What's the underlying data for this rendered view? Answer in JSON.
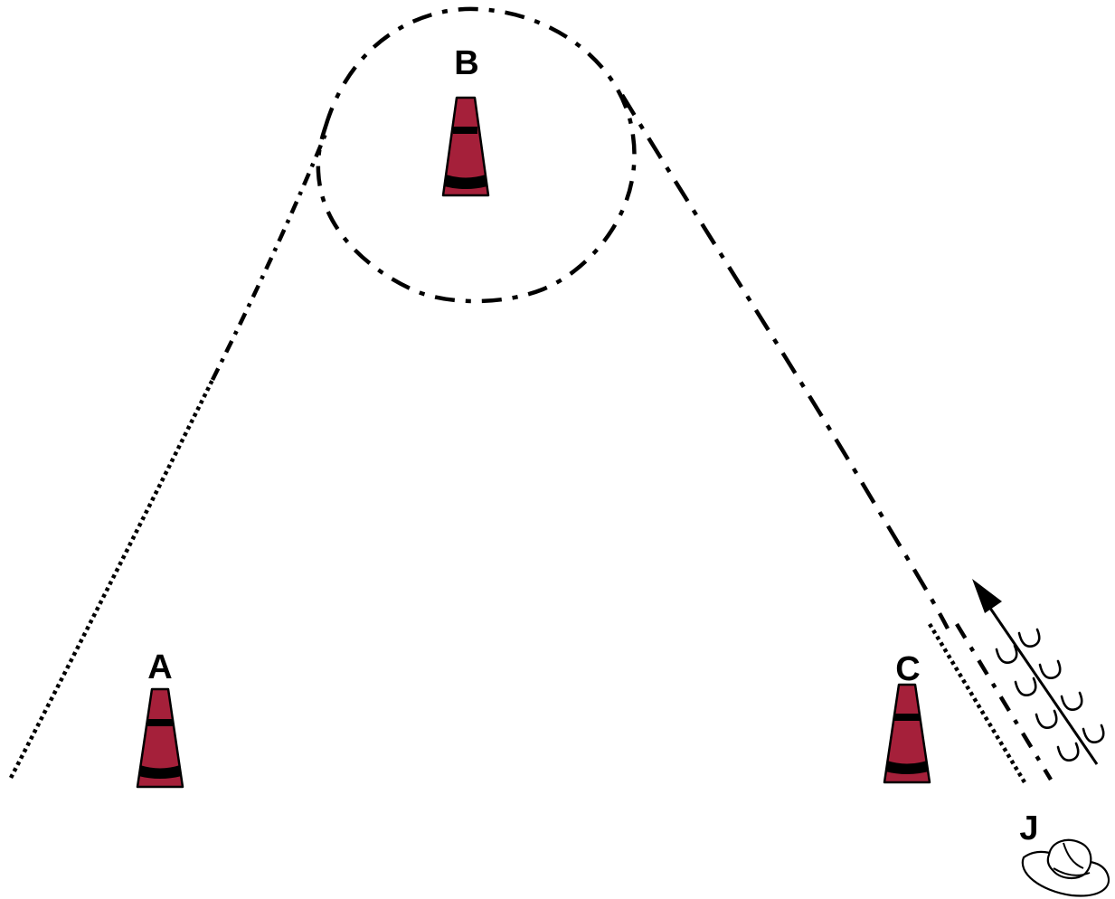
{
  "diagram": {
    "cones": [
      {
        "label": "A",
        "color": "#a5203a"
      },
      {
        "label": "B",
        "color": "#a5203a"
      },
      {
        "label": "C",
        "color": "#a5203a"
      }
    ],
    "rider_label": "J",
    "icons": [
      "traffic-cone-icon",
      "cowboy-hat-icon",
      "arrow-icon",
      "hoofprint-icon"
    ]
  }
}
